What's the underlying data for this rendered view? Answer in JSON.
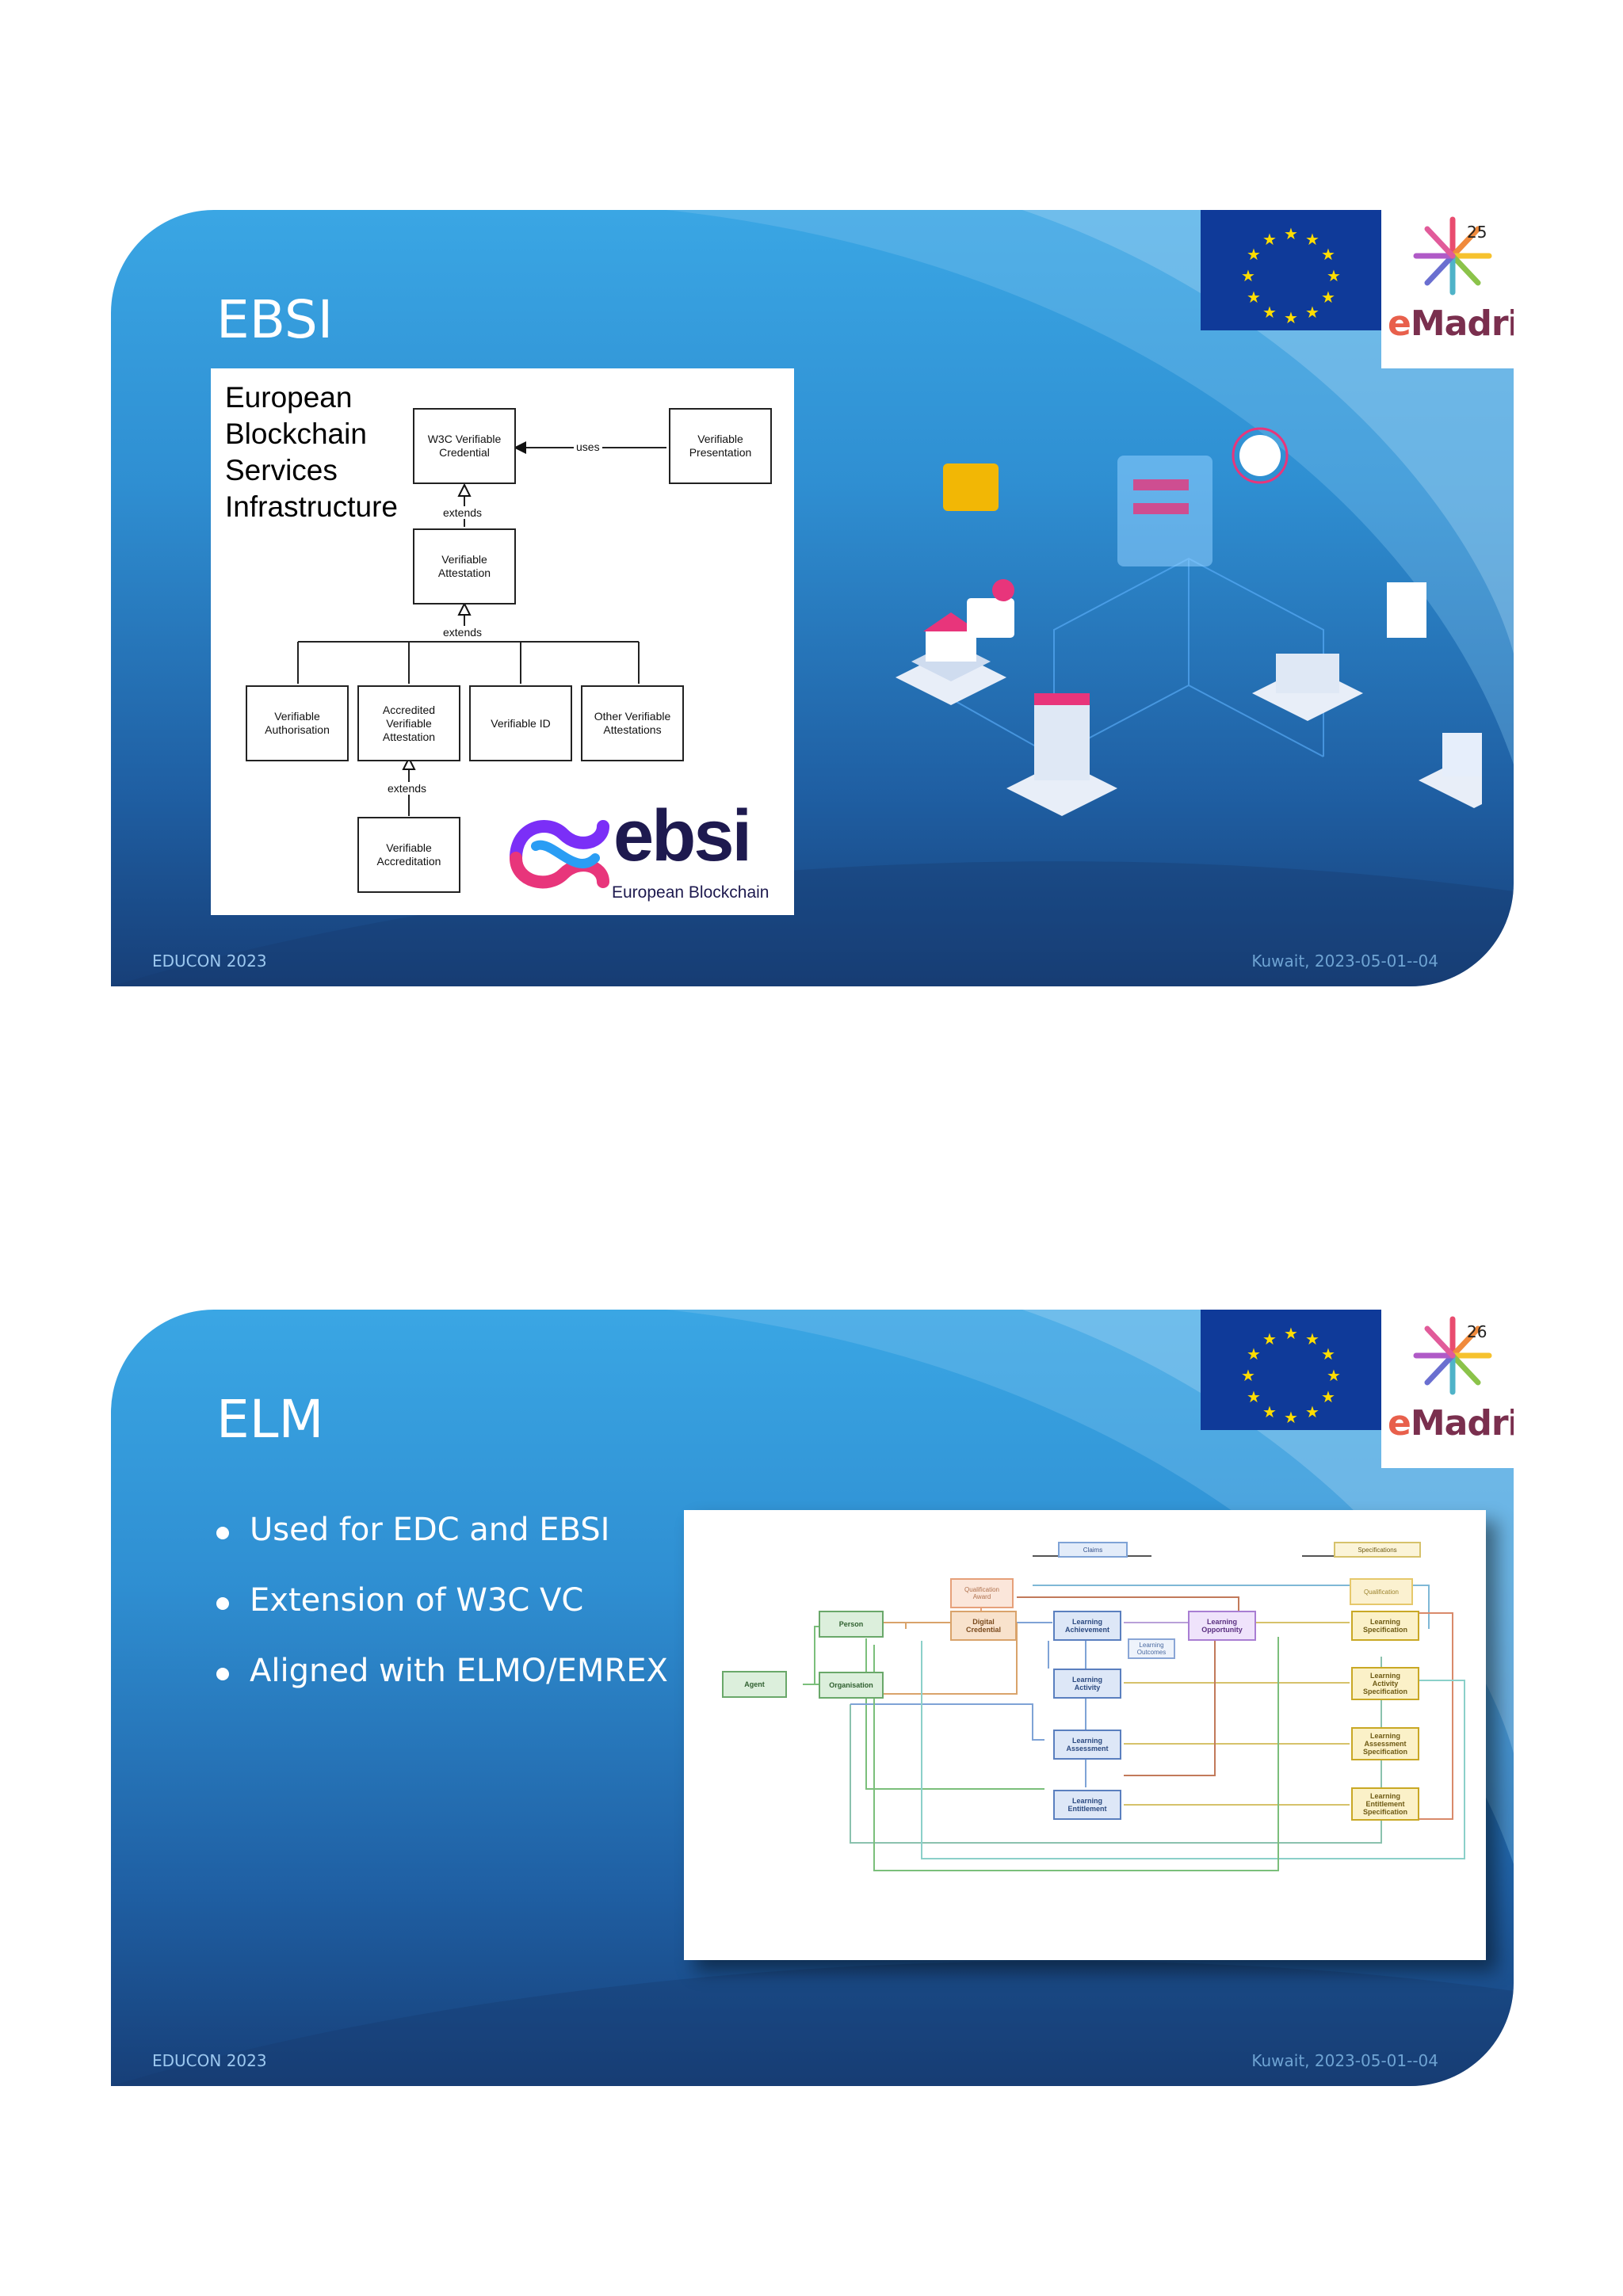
{
  "slides": [
    {
      "page_number": "25",
      "title": "EBSI",
      "diagram": {
        "heading": "European\nBlockchain\nServices\nInfrastructure",
        "nodes": {
          "w3c": "W3C Verifiable\nCredential",
          "presentation": "Verifiable\nPresentation",
          "attestation": "Verifiable\nAttestation",
          "authorisation": "Verifiable\nAuthorisation",
          "accredited": "Accredited\nVerifiable\nAttestation",
          "verifiable_id": "Verifiable ID",
          "other": "Other Verifiable\nAttestations",
          "accreditation": "Verifiable\nAccreditation"
        },
        "labels": {
          "uses": "uses",
          "extends_1": "extends",
          "extends_2": "extends",
          "extends_3": "extends"
        },
        "logo_text": "ebsi",
        "logo_subtext": "European Blockchain"
      },
      "footer_left": "EDUCON 2023",
      "footer_right": "Kuwait, 2023-05-01--04"
    },
    {
      "page_number": "26",
      "title": "ELM",
      "bullets": [
        "Used for EDC and EBSI",
        "Extension of W3C VC",
        "Aligned with ELMO/EMREX"
      ],
      "diagram": {
        "claims": "Claims",
        "specifications": "Specifications",
        "qualification_award": "Qualification\nAward",
        "qualification": "Qualification",
        "agent": "Agent",
        "person": "Person",
        "organisation": "Organisation",
        "digital_credential": "Digital\nCredential",
        "learning_achievement": "Learning\nAchievement",
        "learning_outcomes": "Learning\nOutcomes",
        "learning_opportunity": "Learning\nOpportunity",
        "learning_specification": "Learning\nSpecification",
        "learning_activity": "Learning\nActivity",
        "learning_activity_specification": "Learning\nActivity\nSpecification",
        "learning_assessment": "Learning\nAssessment",
        "learning_assessment_specification": "Learning\nAssessment\nSpecification",
        "learning_entitlement": "Learning\nEntitlement",
        "learning_entitlement_specification": "Learning\nEntitlement\nSpecification"
      },
      "footer_left": "EDUCON 2023",
      "footer_right": "Kuwait, 2023-05-01--04"
    }
  ],
  "logos": {
    "emadrid_e": "e",
    "emadrid_rest": "Madrid"
  },
  "colors": {
    "slide_top": "#3aa6e4",
    "slide_bottom": "#173f78",
    "eu_blue": "#0f3a99",
    "eu_star": "#ffdd00"
  }
}
